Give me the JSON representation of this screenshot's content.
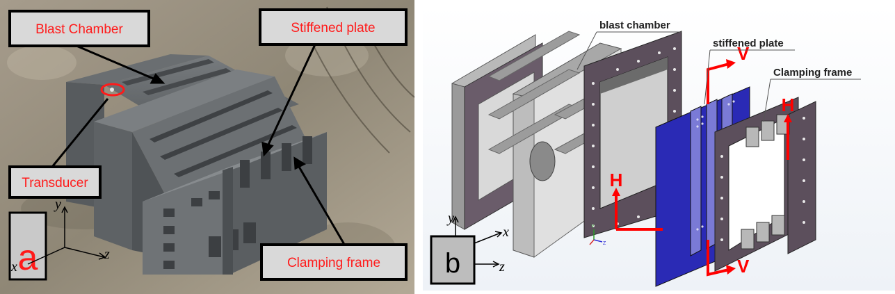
{
  "panel_a": {
    "letter": "a",
    "callouts": {
      "blast_chamber": "Blast Chamber",
      "stiffened_plate": "Stiffened plate",
      "transducer": "Transducer",
      "clamping_frame": "Clamping frame"
    },
    "axes": {
      "x": "x",
      "y": "y",
      "z": "z"
    },
    "colors": {
      "callout_text": "#ff1a1a",
      "callout_box": "#d9d9d9",
      "steel": "#5f6366"
    }
  },
  "panel_b": {
    "letter": "b",
    "labels": {
      "blast_chamber": "blast chamber",
      "stiffened_plate": "stiffened plate",
      "clamping_frame": "Clamping frame"
    },
    "directions": {
      "H_top": "H",
      "H_bottom": "H",
      "V_top": "V",
      "V_bottom": "V"
    },
    "axes": {
      "x": "x",
      "y": "y",
      "z": "z"
    },
    "triad": {
      "y": "Y",
      "z": "Z"
    },
    "colors": {
      "chamber": "#5c4f5c",
      "plate": "#2727b8",
      "stiffener": "#7a7ad6",
      "arrow": "#ff0000",
      "gray": "#c8c8c8"
    }
  }
}
